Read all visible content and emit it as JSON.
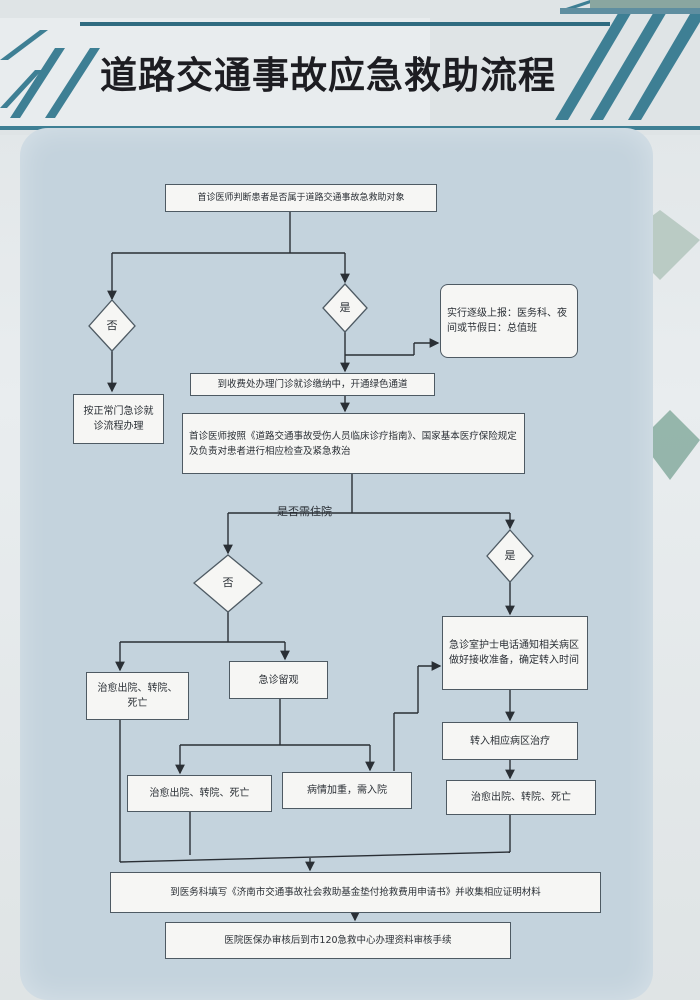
{
  "title": "道路交通事故应急救助流程",
  "flow": {
    "start": "首诊医师判断患者是否属于道路交通事故急救助对象",
    "no_1": "否",
    "yes_1": "是",
    "general": "按正常门急诊就诊流程办理",
    "report": "实行逐级上报：医务科、夜间或节假日：总值班",
    "green": "到收费处办理门诊就诊缴纳中，开通绿色通道",
    "treat": "首诊医师按照《道路交通事故受伤人员临床诊疗指南》、国家基本医疗保险规定及负责对患者进行相应检查及紧急救治",
    "hospitalize_q": "是否需住院",
    "no_2": "否",
    "yes_2": "是",
    "notify": "急诊室护士电话通知相关病区做好接收准备，确定转入时间",
    "outcome_left": "治愈出院、转院、死亡",
    "observe": "急诊留观",
    "transfer_ward": "转入相应病区治疗",
    "outcome_mid": "治愈出院、转院、死亡",
    "worsen": "病情加重，需入院",
    "outcome_right": "治愈出院、转院、死亡",
    "claim": "到医务科填写《济南市交通事故社会救助基金垫付抢救费用申请书》并收集相应证明材料",
    "final": "医院医保办审核后到市120急救中心办理资料审核手续"
  }
}
